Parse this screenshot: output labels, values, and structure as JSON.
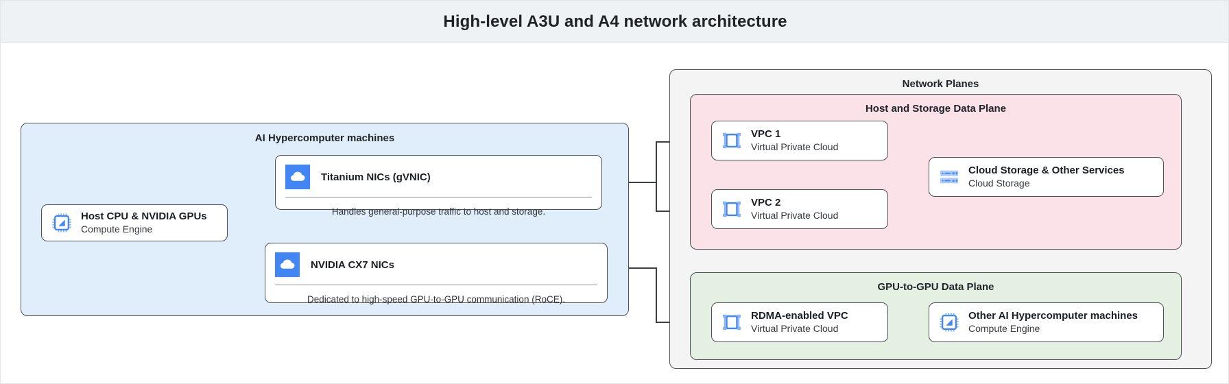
{
  "header": {
    "title": "High-level A3U and A4 network architecture"
  },
  "colors": {
    "title_bar_bg": "#eef2f5",
    "machines_bg": "#e0eefb",
    "planes_bg": "#f4f4f4",
    "host_plane_bg": "#fbe2e9",
    "gpu_plane_bg": "#e4f1e2",
    "icon_blue": "#4285f4",
    "icon_blue_light": "#8ab4f8",
    "border": "#4b5157",
    "connector": "#3c4043"
  },
  "groups": {
    "machines": {
      "title": "AI Hypercomputer machines"
    },
    "planes": {
      "title": "Network Planes"
    },
    "host_plane": {
      "title": "Host and Storage Data Plane"
    },
    "gpu_plane": {
      "title": "GPU-to-GPU Data Plane"
    }
  },
  "nodes": {
    "host_cpu": {
      "title": "Host CPU & NVIDIA GPUs",
      "subtitle": "Compute Engine",
      "icon": "compute-engine-icon"
    },
    "titanium": {
      "title": "Titanium NICs (gVNIC)",
      "caption": "Handles general-purpose traffic to host and storage.",
      "icon": "google-cloud-icon"
    },
    "cx7": {
      "title": "NVIDIA CX7 NICs",
      "caption": "Dedicated to high-speed GPU-to-GPU communication (RoCE).",
      "icon": "google-cloud-icon"
    },
    "vpc1": {
      "title": "VPC 1",
      "subtitle": "Virtual Private Cloud",
      "icon": "vpc-icon"
    },
    "vpc2": {
      "title": "VPC 2",
      "subtitle": "Virtual Private Cloud",
      "icon": "vpc-icon"
    },
    "cloud_storage": {
      "title": "Cloud Storage & Other Services",
      "subtitle": "Cloud Storage",
      "icon": "cloud-storage-icon"
    },
    "rdma_vpc": {
      "title": "RDMA-enabled VPC",
      "subtitle": "Virtual Private Cloud",
      "icon": "vpc-icon"
    },
    "other_machines": {
      "title": "Other AI Hypercomputer machines",
      "subtitle": "Compute Engine",
      "icon": "compute-engine-icon"
    }
  },
  "connections": [
    {
      "from": "host_cpu",
      "to": "titanium"
    },
    {
      "from": "host_cpu",
      "to": "cx7"
    },
    {
      "from": "titanium",
      "to": "vpc1"
    },
    {
      "from": "titanium",
      "to": "vpc2"
    },
    {
      "from": "vpc1",
      "to": "cloud_storage"
    },
    {
      "from": "vpc2",
      "to": "cloud_storage"
    },
    {
      "from": "cx7",
      "to": "rdma_vpc"
    },
    {
      "from": "rdma_vpc",
      "to": "other_machines"
    }
  ]
}
